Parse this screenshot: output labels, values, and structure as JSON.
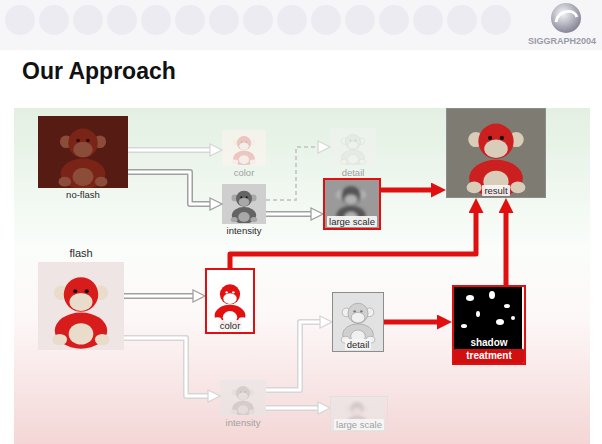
{
  "diagram": {
    "title": "Our Approach",
    "nodes": [
      {
        "text": [
          "no-flash"
        ]
      },
      {
        "text": [
          "flash"
        ]
      },
      {
        "text": [
          "color"
        ]
      },
      {
        "text": [
          "intensity"
        ]
      },
      {
        "text": [
          "detail"
        ]
      },
      {
        "text": [
          "large scale"
        ]
      },
      {
        "text": [
          "result"
        ]
      },
      {
        "text": [
          "color"
        ]
      },
      {
        "text": [
          "intensity"
        ]
      },
      {
        "text": [
          "detail"
        ]
      },
      {
        "text": [
          "large scale"
        ]
      },
      {
        "text": [
          "shadow",
          "treatment"
        ]
      }
    ],
    "edges": [
      {
        "from": 0,
        "to": 2,
        "arrow": "to"
      },
      {
        "from": 0,
        "to": 3,
        "arrow": "to"
      },
      {
        "from": 3,
        "to": 4,
        "arrow": "to"
      },
      {
        "from": 3,
        "to": 5,
        "arrow": "to"
      },
      {
        "from": 5,
        "to": 6,
        "arrow": "to"
      },
      {
        "from": 1,
        "to": 7,
        "arrow": "to"
      },
      {
        "from": 1,
        "to": 8,
        "arrow": "to"
      },
      {
        "from": 8,
        "to": 9,
        "arrow": "to"
      },
      {
        "from": 8,
        "to": 10,
        "arrow": "to"
      },
      {
        "from": 7,
        "to": 6,
        "arrow": "to"
      },
      {
        "from": 9,
        "to": 11,
        "arrow": "to"
      },
      {
        "from": 11,
        "to": 6,
        "arrow": "to"
      }
    ],
    "labels": [
      "SIGGRAPH2004"
    ]
  }
}
